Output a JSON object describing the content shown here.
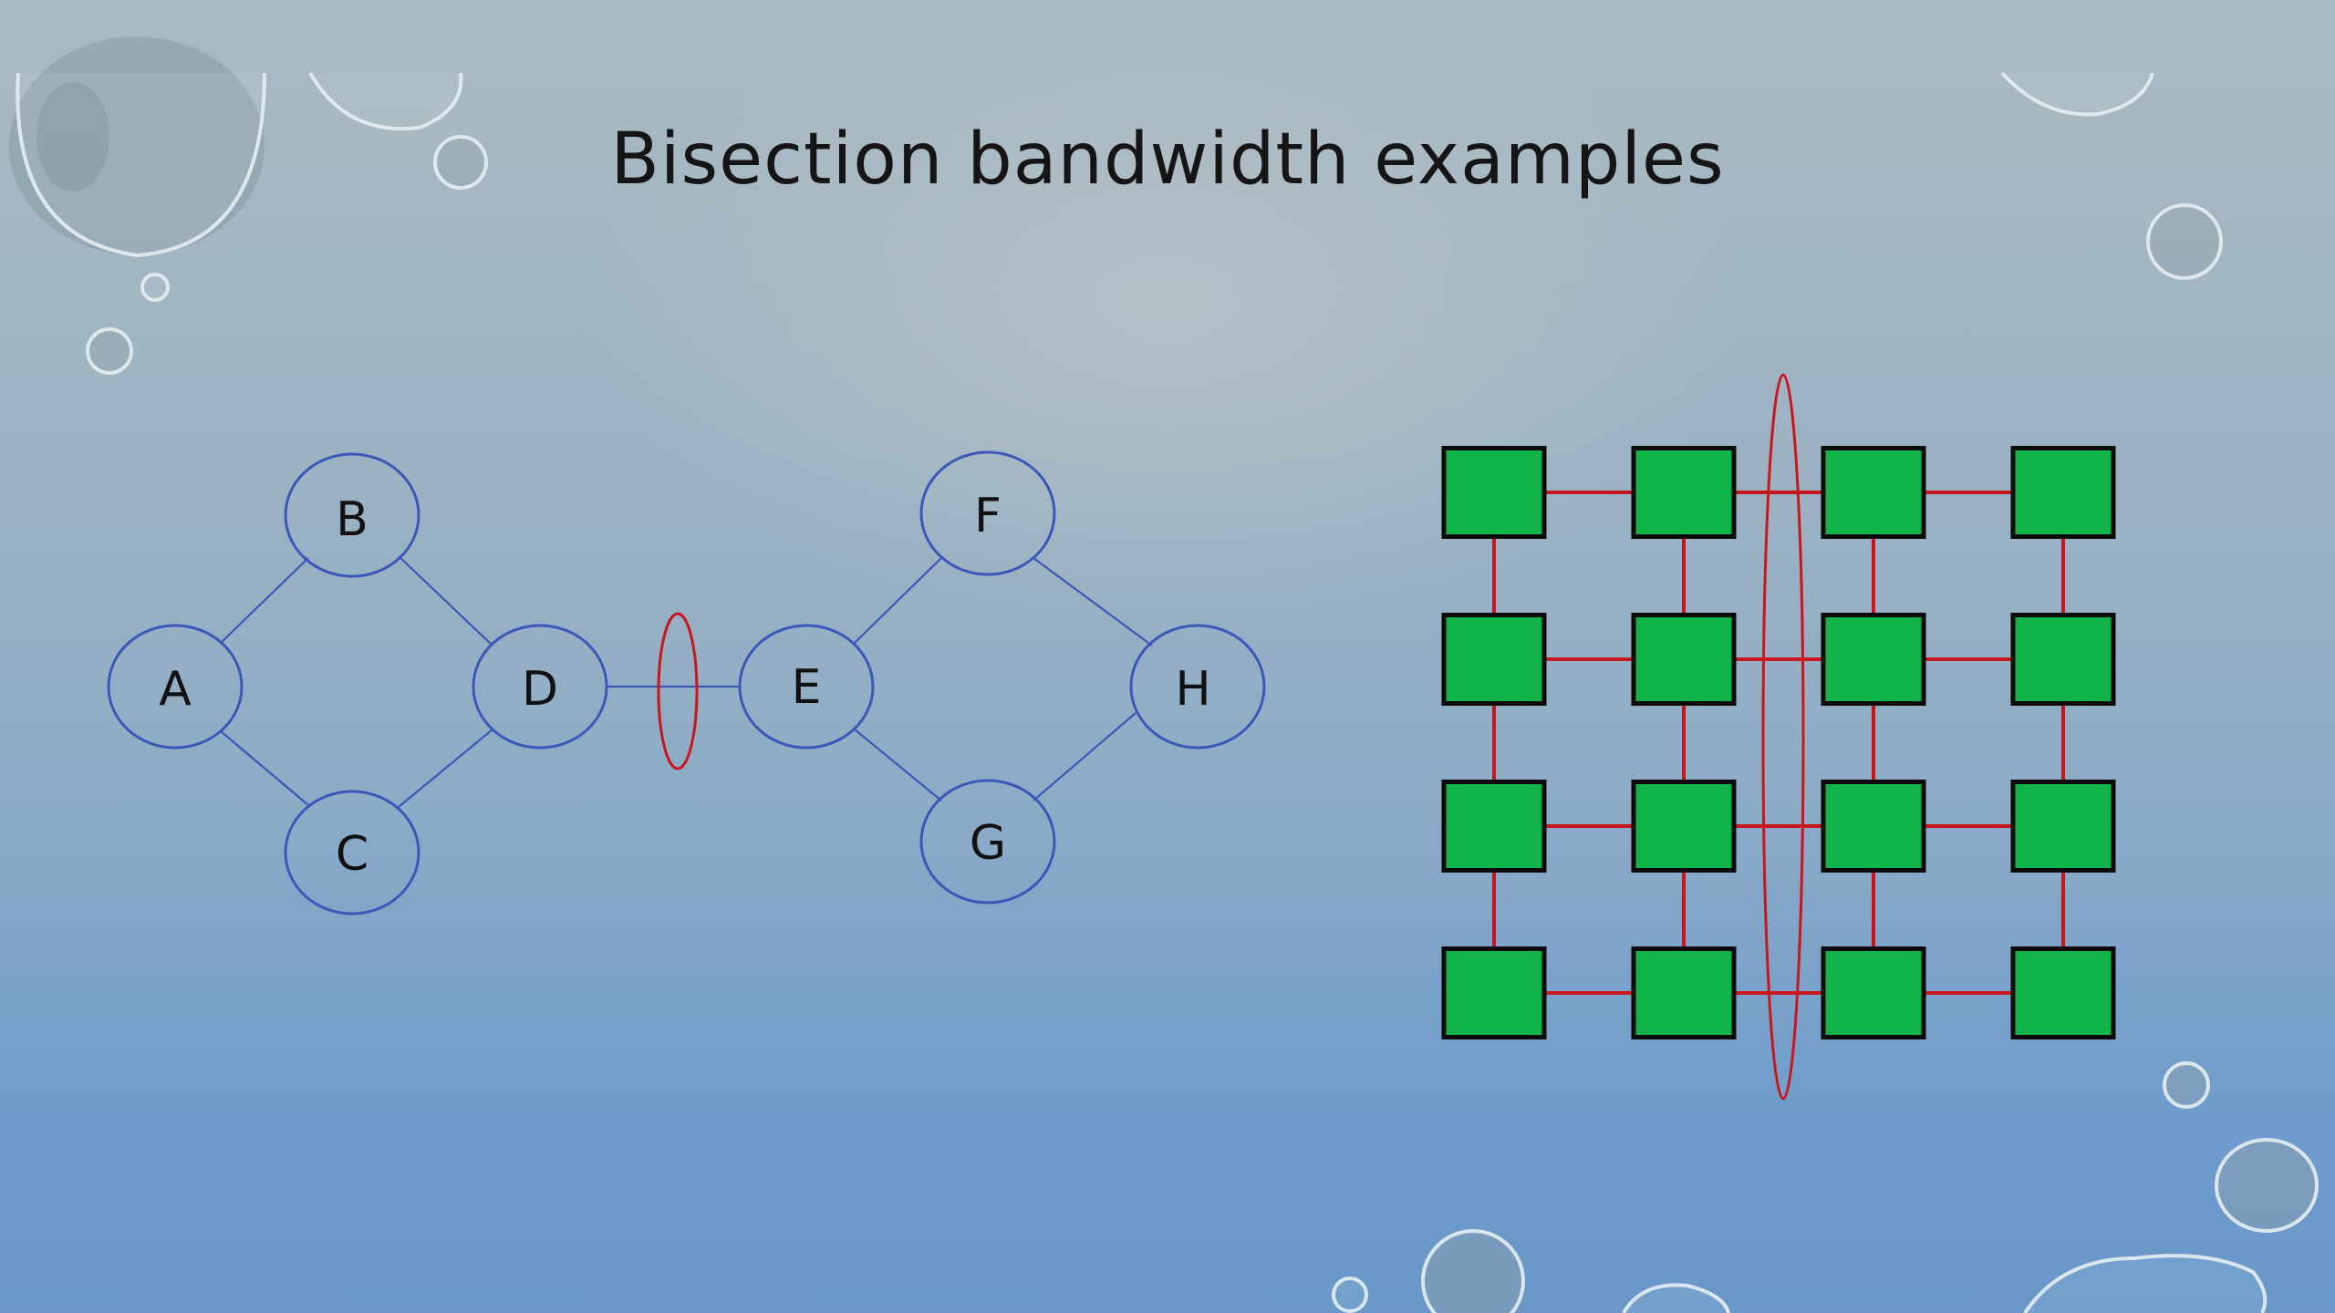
{
  "slide": {
    "title": "Bisection bandwidth examples"
  },
  "graph": {
    "nodes": [
      {
        "id": "A",
        "label": "A"
      },
      {
        "id": "B",
        "label": "B"
      },
      {
        "id": "C",
        "label": "C"
      },
      {
        "id": "D",
        "label": "D"
      },
      {
        "id": "E",
        "label": "E"
      },
      {
        "id": "F",
        "label": "F"
      },
      {
        "id": "G",
        "label": "G"
      },
      {
        "id": "H",
        "label": "H"
      }
    ],
    "edges": [
      [
        "A",
        "B"
      ],
      [
        "A",
        "C"
      ],
      [
        "B",
        "D"
      ],
      [
        "C",
        "D"
      ],
      [
        "D",
        "E"
      ],
      [
        "E",
        "F"
      ],
      [
        "E",
        "G"
      ],
      [
        "F",
        "H"
      ],
      [
        "G",
        "H"
      ]
    ],
    "cut_edge": [
      "D",
      "E"
    ]
  },
  "mesh": {
    "rows": 4,
    "cols": 4,
    "cut_between_columns": [
      2,
      3
    ]
  },
  "colors": {
    "node_stroke": "#3a58b8",
    "cut": "#c8161d",
    "mesh_node_fill": "#10b34a",
    "mesh_link": "#c8161d"
  }
}
